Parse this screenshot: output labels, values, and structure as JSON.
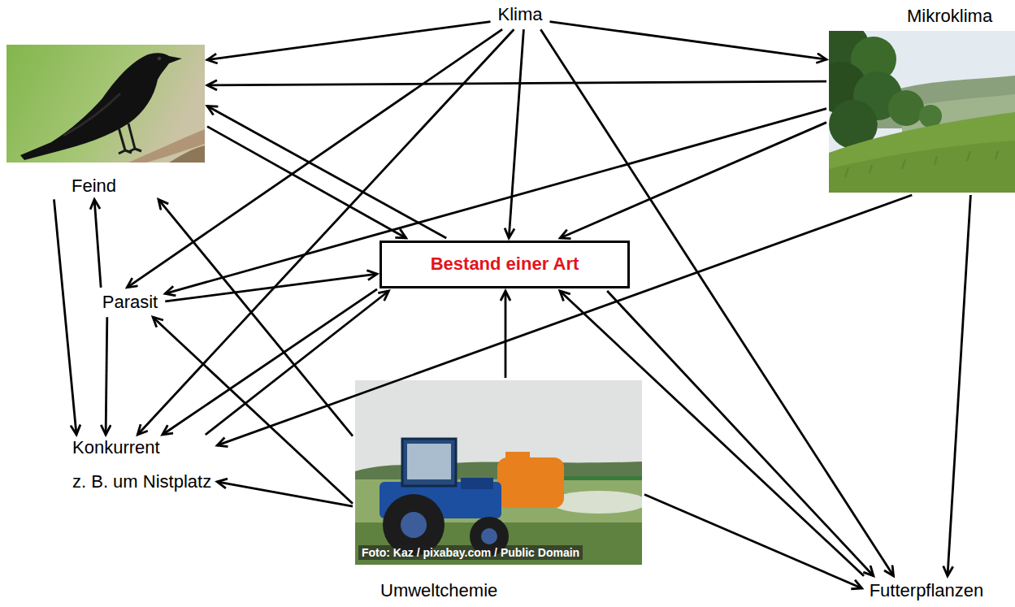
{
  "diagram": {
    "nodes": [
      {
        "text": [
          "Klima"
        ]
      },
      {
        "text": [
          "Feind"
        ]
      },
      {
        "text": [
          "Mikroklima"
        ]
      },
      {
        "text": [
          "Bestand einer Art"
        ]
      },
      {
        "text": [
          "Parasit"
        ]
      },
      {
        "text": [
          "Konkurrent",
          "z. B. um Nistplatz"
        ]
      },
      {
        "text": [
          "Umweltchemie"
        ]
      },
      {
        "text": [
          "Futterpflanzen"
        ]
      }
    ],
    "edges": [
      {
        "from": 0,
        "to": 1,
        "arrow": "to"
      },
      {
        "from": 0,
        "to": 2,
        "arrow": "to"
      },
      {
        "from": 0,
        "to": 4,
        "arrow": "to"
      },
      {
        "from": 0,
        "to": 5,
        "arrow": "to"
      },
      {
        "from": 0,
        "to": 3,
        "arrow": "to"
      },
      {
        "from": 0,
        "to": 7,
        "arrow": "to"
      },
      {
        "from": 2,
        "to": 1,
        "arrow": "to"
      },
      {
        "from": 2,
        "to": 3,
        "arrow": "to"
      },
      {
        "from": 2,
        "to": 4,
        "arrow": "to"
      },
      {
        "from": 2,
        "to": 5,
        "arrow": "to"
      },
      {
        "from": 2,
        "to": 7,
        "arrow": "to"
      },
      {
        "from": 1,
        "to": 3,
        "arrow": "to"
      },
      {
        "from": 3,
        "to": 1,
        "arrow": "to"
      },
      {
        "from": 1,
        "to": 5,
        "arrow": "to"
      },
      {
        "from": 4,
        "to": 1,
        "arrow": "to"
      },
      {
        "from": 4,
        "to": 5,
        "arrow": "to"
      },
      {
        "from": 4,
        "to": 3,
        "arrow": "to"
      },
      {
        "from": 5,
        "to": 3,
        "arrow": "to"
      },
      {
        "from": 3,
        "to": 5,
        "arrow": "to"
      },
      {
        "from": 6,
        "to": 3,
        "arrow": "to"
      },
      {
        "from": 6,
        "to": 1,
        "arrow": "to"
      },
      {
        "from": 6,
        "to": 4,
        "arrow": "to"
      },
      {
        "from": 6,
        "to": 5,
        "arrow": "to"
      },
      {
        "from": 6,
        "to": 7,
        "arrow": "to"
      },
      {
        "from": 7,
        "to": 3,
        "arrow": "to"
      },
      {
        "from": 3,
        "to": 7,
        "arrow": "to"
      }
    ],
    "labels": [
      "Foto: Kaz / pixabay.com / Public Domain"
    ]
  }
}
